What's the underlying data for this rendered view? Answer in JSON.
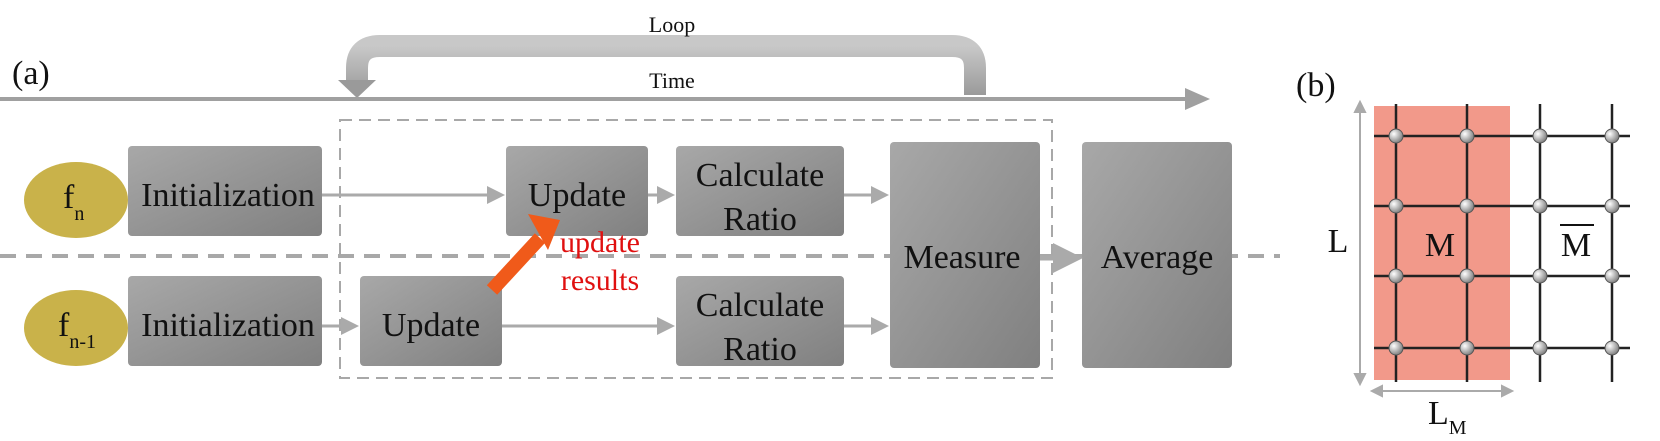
{
  "panel_a": {
    "label": "(a)",
    "loop_label": "Loop",
    "time_label": "Time",
    "row_n": {
      "f": "f",
      "sub": "n",
      "init": "Initialization"
    },
    "row_n1": {
      "f": "f",
      "sub": "n-1",
      "init": "Initialization"
    },
    "update_top": "Update",
    "update_bottom": "Update",
    "calc_top": [
      "Calculate",
      "Ratio"
    ],
    "calc_bottom": [
      "Calculate",
      "Ratio"
    ],
    "measure": "Measure",
    "average": "Average",
    "update_results": [
      "update",
      "results"
    ]
  },
  "panel_b": {
    "label": "(b)",
    "L": "L",
    "LM_main": "L",
    "LM_sub": "M",
    "M": "M",
    "M_bar": "M"
  },
  "colors": {
    "box": "#8f8f8f",
    "oval": "#c9b24a",
    "arrow": "#a0a0a0",
    "highlight_arrow": "#f05a1a",
    "region_M": "#f2998a",
    "red_text": "#e01010"
  }
}
